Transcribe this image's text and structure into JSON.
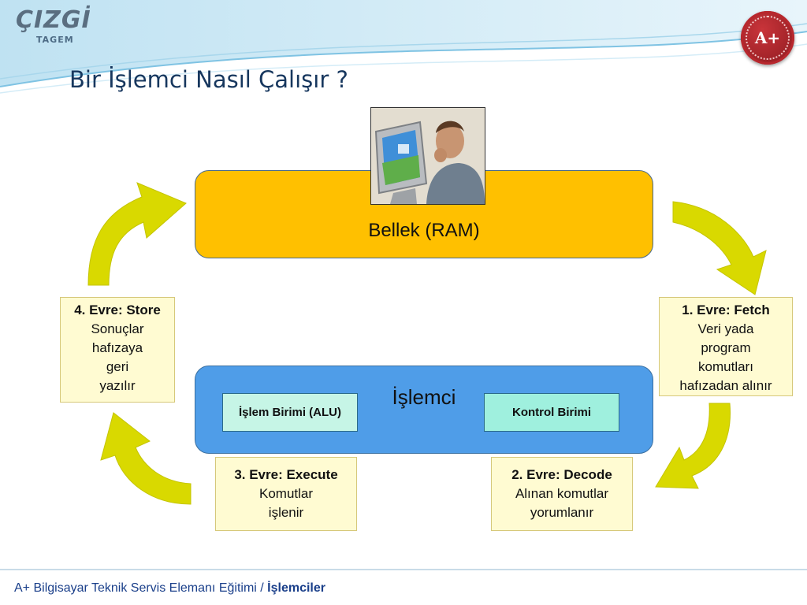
{
  "logo": {
    "main": "ÇIZGİ",
    "sub": "TAGEM"
  },
  "badge": {
    "text": "A+"
  },
  "title": "Bir İşlemci Nasıl Çalışır ?",
  "memory": {
    "label": "Bellek (RAM)"
  },
  "cpu": {
    "label": "İşlemci",
    "alu": "İşlem Birimi (ALU)",
    "control": "Kontrol Birimi"
  },
  "stages": [
    {
      "title": "1. Evre:  Fetch",
      "lines": [
        "Veri yada",
        "program",
        "komutları",
        "hafızadan alınır"
      ]
    },
    {
      "title": "2. Evre:  Decode",
      "lines": [
        "Alınan komutlar",
        "yorumlanır"
      ]
    },
    {
      "title": "3. Evre:  Execute",
      "lines": [
        "Komutlar",
        "işlenir"
      ]
    },
    {
      "title": "4. Evre:  Store",
      "lines": [
        "Sonuçlar",
        "hafızaya",
        "geri",
        "yazılır"
      ]
    }
  ],
  "footer": {
    "course": "A+ Bilgisayar Teknik Servis Elemanı Eğitimi / ",
    "topic": "İşlemciler"
  },
  "colors": {
    "memory": "#ffc000",
    "cpu": "#4f9de8",
    "arrow": "#d9d900",
    "stage_bg": "#fffbd2",
    "title": "#17375e"
  }
}
